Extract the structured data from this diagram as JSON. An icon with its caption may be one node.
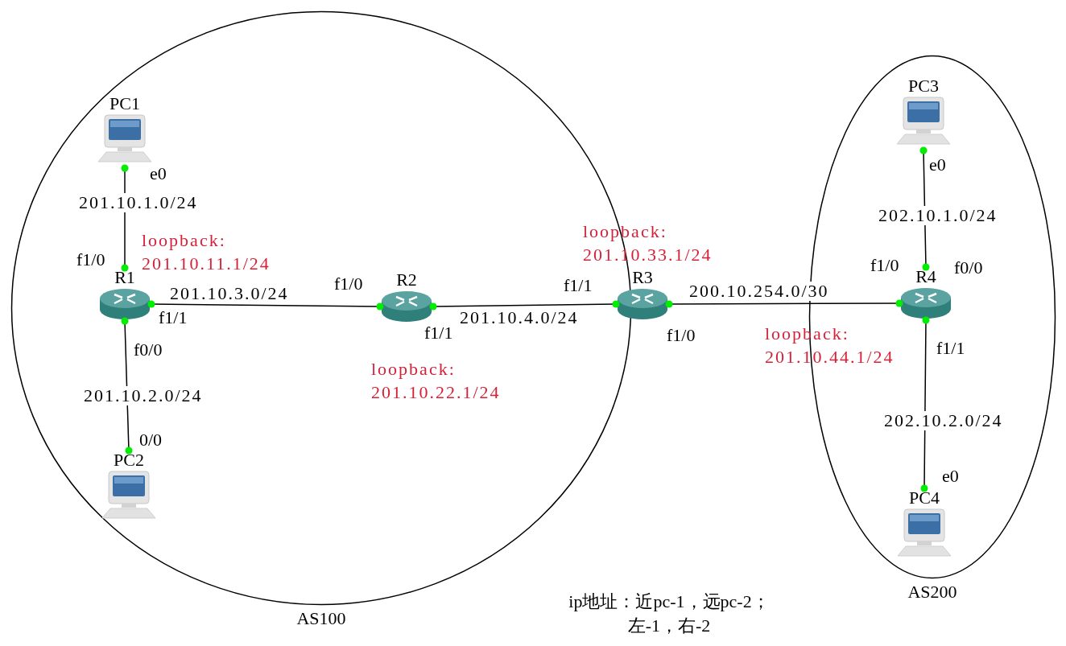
{
  "diagram": {
    "nodes": [
      {
        "text": [
          "AS100"
        ]
      },
      {
        "text": [
          "PC1"
        ],
        "in": 0
      },
      {
        "text": [
          "R1"
        ],
        "in": 0,
        "beside": [
          "loopback: 201.10.11.1/24"
        ]
      },
      {
        "text": [
          "R2"
        ],
        "in": 0,
        "beside": [
          "loopback: 201.10.22.1/24"
        ]
      },
      {
        "text": [
          "PC2"
        ],
        "in": 0
      },
      {
        "text": [
          "R3"
        ],
        "beside": [
          "loopback: 201.10.33.1/24"
        ]
      },
      {
        "text": [
          "AS200"
        ]
      },
      {
        "text": [
          "PC3"
        ],
        "in": 6
      },
      {
        "text": [
          "R4"
        ],
        "in": 6,
        "beside": [
          "loopback: 201.10.44.1/24"
        ]
      },
      {
        "text": [
          "PC4"
        ],
        "in": 6
      }
    ],
    "edges": [
      {
        "from": 1,
        "to": 2,
        "arrow": "none",
        "label": "201.10.1.0/24"
      },
      {
        "from": 2,
        "to": 3,
        "arrow": "none",
        "label": "201.10.3.0/24"
      },
      {
        "from": 2,
        "to": 4,
        "arrow": "none",
        "label": "201.10.2.0/24"
      },
      {
        "from": 3,
        "to": 5,
        "arrow": "none",
        "label": "201.10.4.0/24"
      },
      {
        "from": 5,
        "to": 8,
        "arrow": "none",
        "label": "200.10.254.0/30"
      },
      {
        "from": 7,
        "to": 8,
        "arrow": "none",
        "label": "202.10.1.0/24"
      },
      {
        "from": 8,
        "to": 9,
        "arrow": "none",
        "label": "202.10.2.0/24"
      }
    ],
    "labels": [
      "e0",
      "f1/0",
      "f1/1",
      "f0/0",
      "0/0",
      "f1/0",
      "f1/1",
      "f1/1",
      "f1/0",
      "e0",
      "f1/0",
      "f0/0",
      "f1/1",
      "e0",
      "ip地址：近pc-1，远pc-2；左-1，右-2"
    ]
  }
}
